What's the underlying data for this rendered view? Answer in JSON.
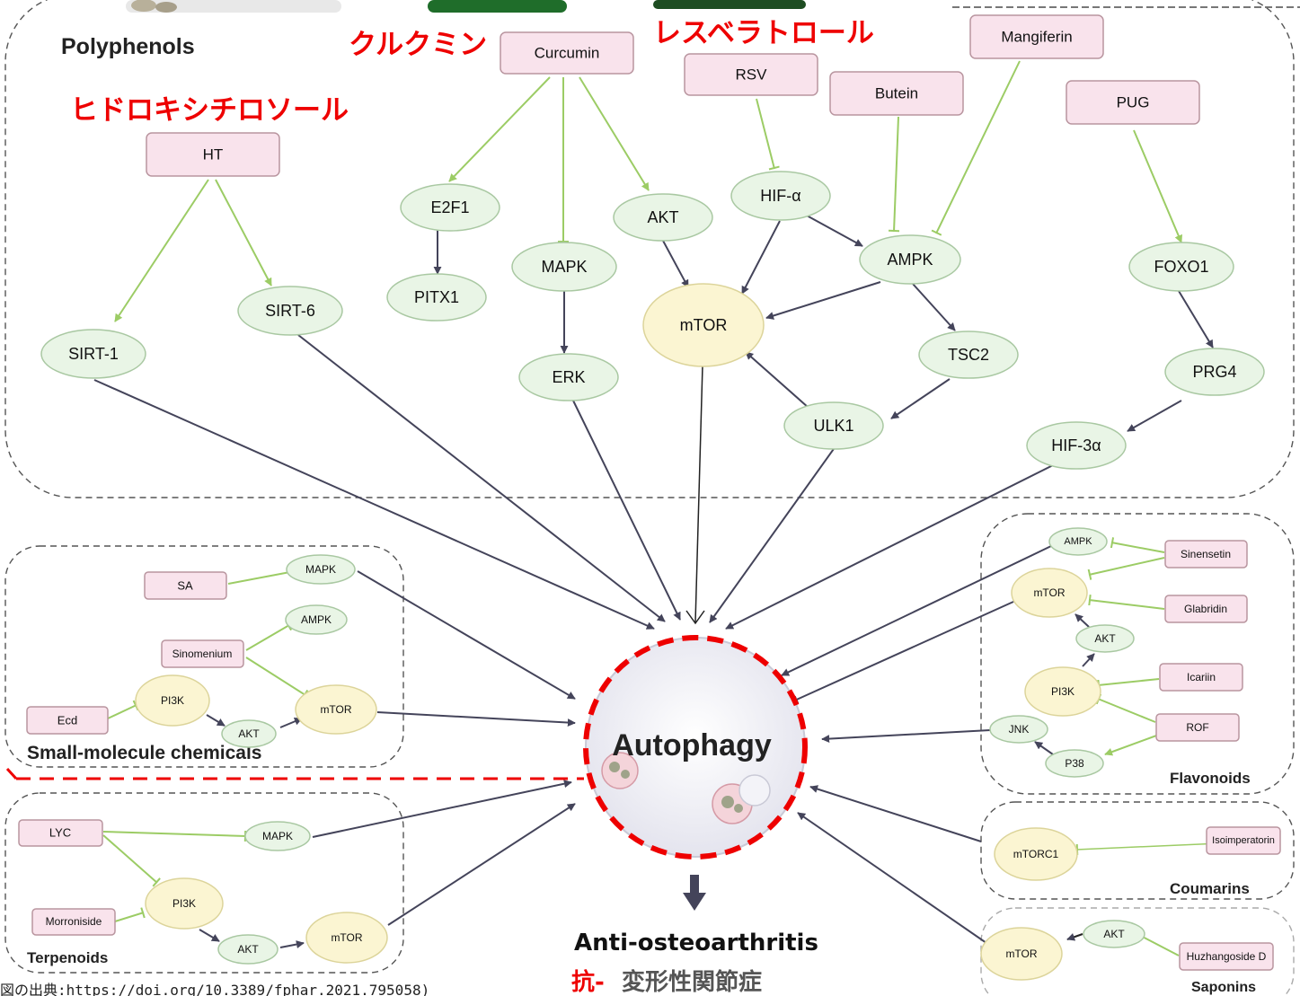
{
  "colors": {
    "compound_box": "#f9e3ec",
    "target_node": "#e9f5e6",
    "hub_node": "#fbf5d2",
    "activation_arrow": "#44445a",
    "inhibition_line": "#9ccc65",
    "highlight": "#ee0000"
  },
  "groups": {
    "polyphenols": "Polyphenols",
    "small_molecule": "Small-molecule chemicals",
    "terpenoids": "Terpenoids",
    "flavonoids": "Flavonoids",
    "coumarins": "Coumarins",
    "saponins": "Saponins"
  },
  "jp_labels": {
    "curcumin": "クルクミン",
    "resveratrol": "レスベラトロール",
    "hydroxytyrosol": "ヒドロキシチロソール",
    "anti_oa": "変形性関節症"
  },
  "compounds": {
    "ht": "HT",
    "curcumin": "Curcumin",
    "rsv": "RSV",
    "butein": "Butein",
    "mangiferin": "Mangiferin",
    "pug": "PUG",
    "sa": "SA",
    "sinomenium": "Sinomenium",
    "ecd": "Ecd",
    "lyc": "LYC",
    "morroniside": "Morroniside",
    "sinensetin": "Sinensetin",
    "glabridin": "Glabridin",
    "icariin": "Icariin",
    "rof": "ROF",
    "isoimperatorin": "Isoimperatorin",
    "huzhangoside": "Huzhangoside D"
  },
  "targets": {
    "sirt1": "SIRT-1",
    "sirt6": "SIRT-6",
    "e2f1": "E2F1",
    "pitx1": "PITX1",
    "mapk": "MAPK",
    "erk": "ERK",
    "akt": "AKT",
    "hif_a": "HIF-α",
    "mtor": "mTOR",
    "ampk": "AMPK",
    "tsc2": "TSC2",
    "ulk1": "ULK1",
    "foxo1": "FOXO1",
    "prg4": "PRG4",
    "hif3a": "HIF-3α",
    "s_mapk": "MAPK",
    "s_ampk": "AMPK",
    "s_pi3k": "PI3K",
    "s_akt": "AKT",
    "s_mtor": "mTOR",
    "t_mapk": "MAPK",
    "t_pi3k": "PI3K",
    "t_akt": "AKT",
    "t_mtor": "mTOR",
    "f_ampk": "AMPK",
    "f_mtor": "mTOR",
    "f_akt": "AKT",
    "f_pi3k": "PI3K",
    "f_jnk": "JNK",
    "f_p38": "P38",
    "c_mtorc1": "mTORC1",
    "sp_akt": "AKT",
    "sp_mtor": "mTOR"
  },
  "center": {
    "label": "Autophagy",
    "outcome": "Anti-osteoarthritis",
    "outcome_jp_prefix": "抗-"
  },
  "footnote": "図の出典:https://doi.org/10.3389/fphar.2021.795058)"
}
